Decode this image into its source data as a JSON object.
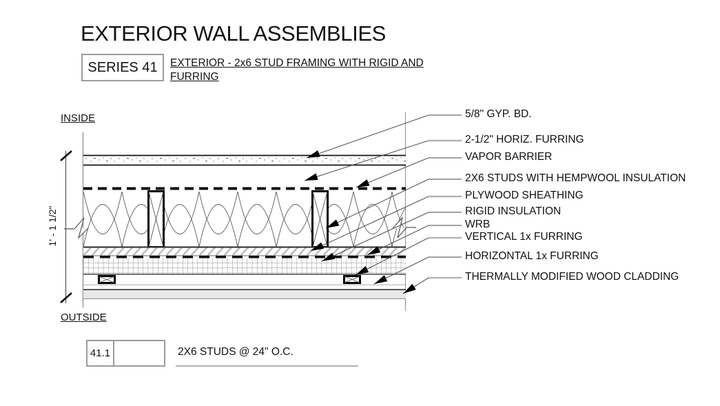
{
  "header": {
    "title": "EXTERIOR WALL ASSEMBLIES",
    "series_label": "SERIES 41",
    "assembly_title": "EXTERIOR - 2x6 STUD FRAMING WITH RIGID AND FURRING"
  },
  "section": {
    "inside_label": "INSIDE",
    "outside_label": "OUTSIDE",
    "overall_dimension": "1' - 1 1/2\""
  },
  "callouts": [
    {
      "label": "5/8\" GYP. BD."
    },
    {
      "label": "2-1/2\" HORIZ. FURRING"
    },
    {
      "label": "VAPOR BARRIER"
    },
    {
      "label": "2X6 STUDS WITH HEMPWOOL INSULATION"
    },
    {
      "label": "PLYWOOD SHEATHING"
    },
    {
      "label": "RIGID INSULATION"
    },
    {
      "label": "WRB"
    },
    {
      "label": "VERTICAL 1x FURRING"
    },
    {
      "label": "HORIZONTAL 1x FURRING"
    },
    {
      "label": "THERMALLY MODIFIED WOOD CLADDING"
    }
  ],
  "detail_tag": {
    "number": "41.1",
    "note": "2X6 STUDS @ 24\" O.C."
  },
  "colors": {
    "line_dark": "#111111",
    "box_border_gray": "#9b9b9b",
    "leader_gray": "#b3b3b3",
    "cladding_fill": "#e9e9e9"
  }
}
